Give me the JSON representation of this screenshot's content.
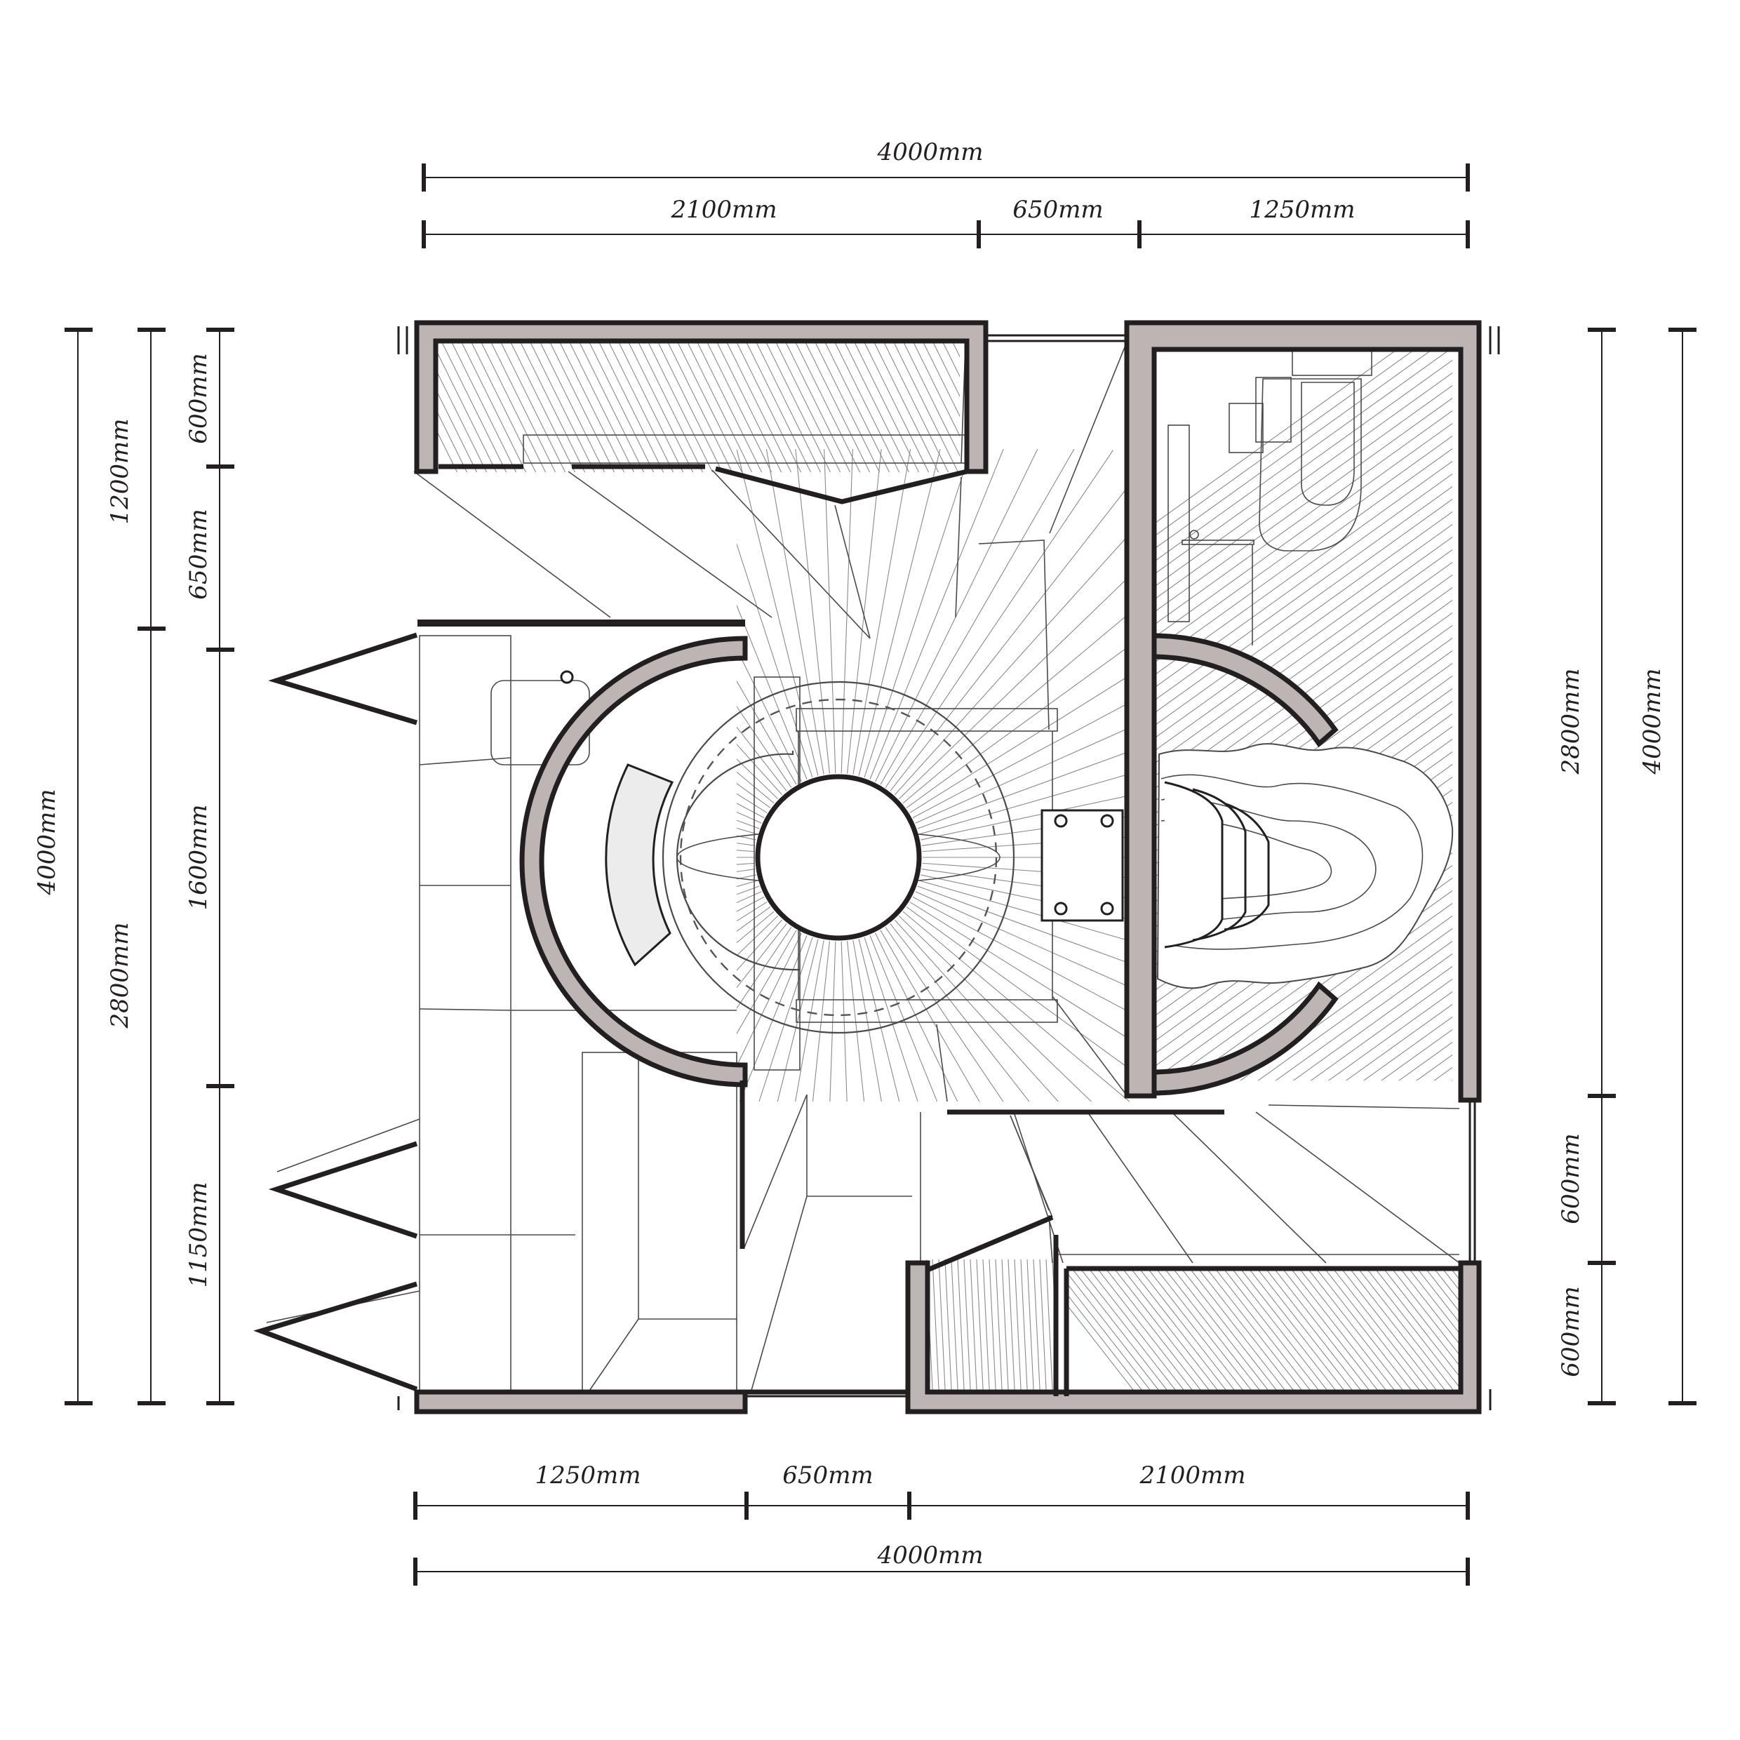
{
  "dimensions": {
    "top_total": "4000mm",
    "top_segments": [
      "2100mm",
      "650mm",
      "1250mm"
    ],
    "bottom_segments": [
      "1250mm",
      "650mm",
      "2100mm"
    ],
    "bottom_total": "4000mm",
    "left_total": "4000mm",
    "left_middle": [
      "1200mm",
      "2800mm"
    ],
    "left_inner": [
      "600mm",
      "650mm",
      "1600mm",
      "1150mm"
    ],
    "right_inner": [
      "2800mm",
      "600mm",
      "600mm"
    ],
    "right_total": "4000mm"
  },
  "colors": {
    "wall_fill": "#bcb5b4",
    "line": "#231f20"
  }
}
